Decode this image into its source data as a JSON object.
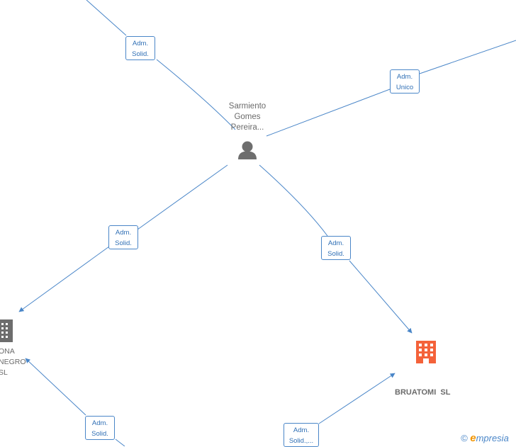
{
  "person": {
    "name_lines": [
      "Sarmiento",
      "Gomes",
      "Pereira..."
    ],
    "icon": "person-icon"
  },
  "companies": [
    {
      "id": "left",
      "name_lines": [
        "ONA",
        "NEGRO",
        "SL"
      ],
      "icon": "building-icon",
      "color": "#6d6d6d"
    },
    {
      "id": "bruatomi",
      "name_lines": [
        "BRUATOMI  SL"
      ],
      "icon": "building-icon",
      "color": "#f4623a"
    }
  ],
  "edge_labels": [
    {
      "id": "top-left",
      "lines": [
        "Adm.",
        "Solid."
      ]
    },
    {
      "id": "top-right",
      "lines": [
        "Adm.",
        "Unico"
      ]
    },
    {
      "id": "left",
      "lines": [
        "Adm.",
        "Solid."
      ]
    },
    {
      "id": "right",
      "lines": [
        "Adm.",
        "Solid."
      ]
    },
    {
      "id": "bottom-left",
      "lines": [
        "Adm.",
        "Solid."
      ]
    },
    {
      "id": "bottom-right",
      "lines": [
        "Adm.",
        "Solid.,..."
      ]
    }
  ],
  "watermark": {
    "copyright": "©",
    "brand_initial": "e",
    "brand_rest": "mpresia"
  },
  "colors": {
    "edge": "#4a86c8",
    "label_text": "#2f6fb5",
    "node_text": "#6b6b6b"
  }
}
